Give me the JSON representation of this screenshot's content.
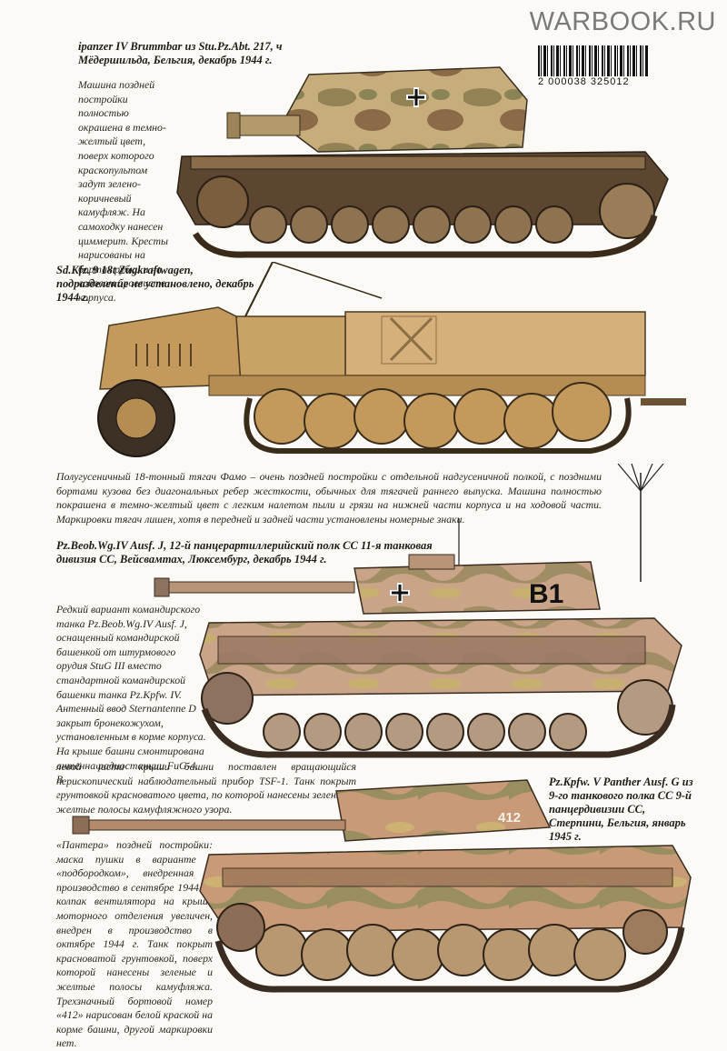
{
  "watermark": "WARBOOK.RU",
  "barcode_number": "2 000038 325012",
  "vehicles": [
    {
      "caption": "ipanzer IV Brummbar из Stu.Pz.Abt. 217, ч Мёдершильда, Бельгия, декабрь 1944 г.",
      "description": "Машина поздней постройки полностью окрашена в темно-желтый цвет, поверх которого краскопультом задут зелено-коричневый камуфляж. На самоходку нанесен циммерит. Кресты нарисованы на бортах рубки и на лобовом броелисте корпуса."
    },
    {
      "caption": "Sd.Kfz. 9 18t Zugkraftwagen, подразделение не установлено, декабрь 1944 г.",
      "description": "Полугусеничный 18-тонный тягач Фамо – очень поздней постройки с отдельной надгусеничной полкой, с поздними бортами кузова без диагональных ребер жесткости, обычных для тягачей раннего выпуска. Машина полностью покрашена в темно-желтый цвет с легким налетом пыли и грязи на нижней части корпуса и на ходовой части. Маркировки тягач лишен, хотя в передней и задней части установлены номерные знаки."
    },
    {
      "caption": "Pz.Beob.Wg.IV Ausf. J, 12-й панцерартиллерийский полк СС 11-я танковая дивизия СС, Вейсвамтах, Люксембург, декабрь 1944 г.",
      "turret_marking": "B1",
      "description": "Редкий вариант командирского танка Pz.Beob.Wg.IV Ausf. J, оснащенный командирской башенкой от штурмового орудия StuG III вместо стандартной командирской башенки танка Pz.Kpfw. IV. Антенный ввод Sternantenne D закрыт бронекожухом, установленным в корме корпуса. На крыше башни смонтирована антенна радиостанции FuG-4. В левой части крыши башни поставлен вращающийся перископический наблюдательный прибор TSF-1. Танк покрыт грунтовкой красноватого цвета, по которой нанесены зеленые и желтые полосы камуфляжного узора."
    },
    {
      "caption": "Pz.Kpfw. V Panther Ausf. G из 9-го танкового полка СС 9-й панцердивизии СС, Стерпини, Бельгия, январь 1945 г.",
      "turret_marking": "412",
      "description": "«Пантера» поздней постройки: маска пушки в варианте с «подбородком», внедренная в производство в сентябре 1944 г.; колпак вентилятора на крыше моторного отделения увеличен, внедрен в производство в октябре 1944 г. Танк покрыт красноватой грунтовкой, поверх которой нанесены зеленые и желтые полосы камуфляжа. Трехзначный бортовой номер «412» нарисован белой краской на корме башни, другой маркировки нет."
    }
  ]
}
